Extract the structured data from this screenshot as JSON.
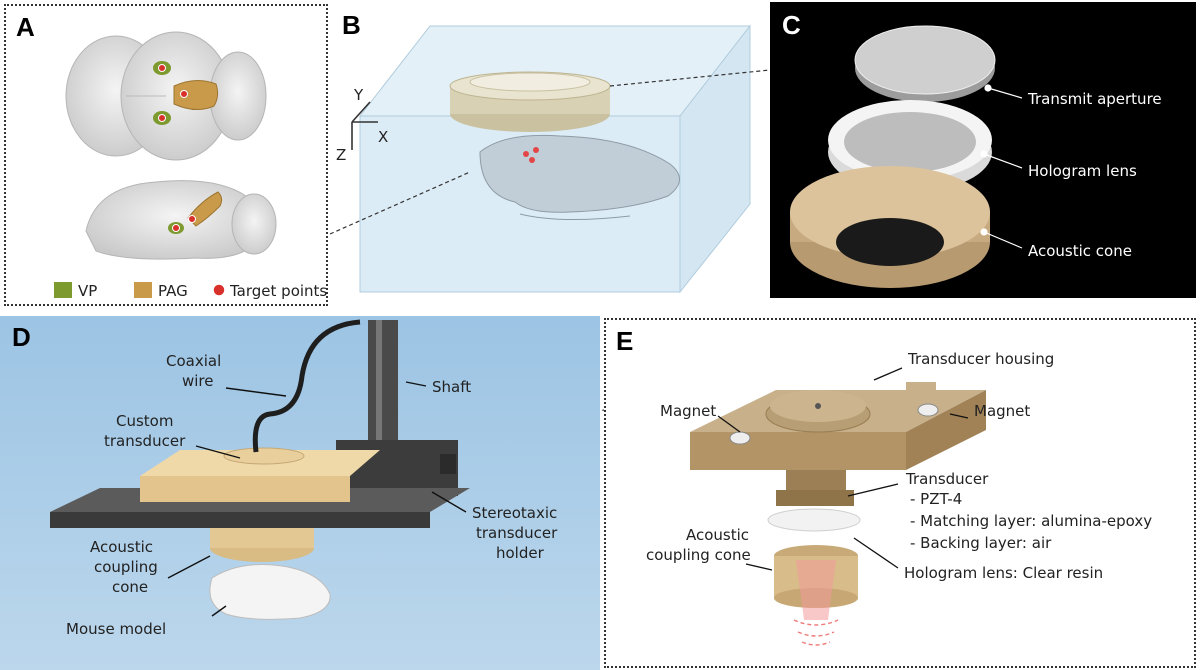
{
  "panels": {
    "a": {
      "letter": "A",
      "legend": {
        "vp": "VP",
        "pag": "PAG",
        "target": "Target points"
      },
      "colors": {
        "vp": "#7d9a2e",
        "pag": "#c89a4a",
        "target": "#d8302a"
      }
    },
    "b": {
      "letter": "B",
      "axes": {
        "x": "X",
        "y": "Y",
        "z": "Z"
      }
    },
    "c": {
      "letter": "C",
      "labels": {
        "aperture": "Transmit aperture",
        "hologram": "Hologram lens",
        "cone": "Acoustic cone"
      }
    },
    "d": {
      "letter": "D",
      "labels": {
        "coax_1": "Coaxial",
        "coax_2": "wire",
        "shaft": "Shaft",
        "custom_1": "Custom",
        "custom_2": "transducer",
        "stereo_1": "Stereotaxic",
        "stereo_2": "transducer",
        "stereo_3": "holder",
        "coupling_1": "Acoustic",
        "coupling_2": "coupling",
        "coupling_3": "cone",
        "mouse": "Mouse model"
      }
    },
    "e": {
      "letter": "E",
      "labels": {
        "housing": "Transducer housing",
        "magnet_left": "Magnet",
        "magnet_right": "Magnet",
        "transducer": "Transducer",
        "pzt": "- PZT-4",
        "matching": "- Matching layer: alumina-epoxy",
        "backing": "- Backing layer: air",
        "coupling_1": "Acoustic",
        "coupling_2": "coupling cone",
        "hologram": "Hologram lens: Clear resin"
      }
    }
  }
}
